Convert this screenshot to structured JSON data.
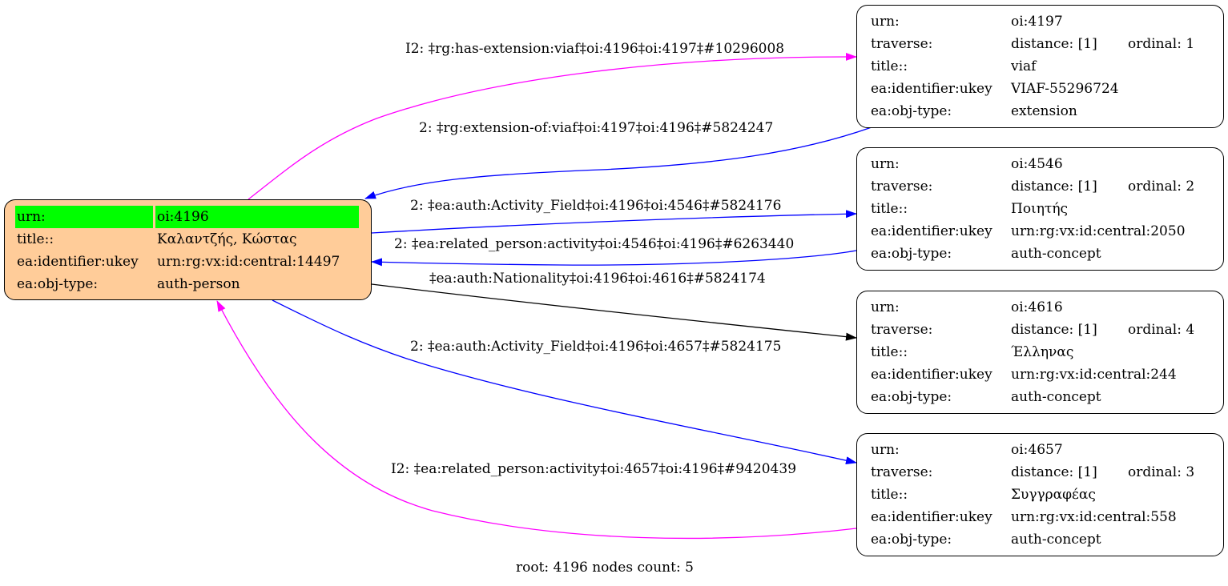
{
  "graph": {
    "footer": "root: 4196 nodes count: 5",
    "colors": {
      "root_fill": "#ffcc99",
      "highlight": "#00ff00",
      "edge_magenta": "#ff00ff",
      "edge_blue": "#0000ff",
      "edge_black": "#000000"
    },
    "nodes": [
      {
        "id": "4196",
        "root": true,
        "rows": [
          {
            "key": "urn:",
            "value": "oi:4196",
            "highlight": true
          },
          {
            "key": "title::",
            "value": "Καλαντζής, Κώστας"
          },
          {
            "key": "ea:identifier:ukey",
            "value": "urn:rg:vx:id:central:14497"
          },
          {
            "key": "ea:obj-type:",
            "value": "auth-person"
          }
        ]
      },
      {
        "id": "4197",
        "rows": [
          {
            "key": "urn:",
            "value": "oi:4197"
          },
          {
            "key": "traverse:",
            "value": "distance: [1]",
            "extra": "ordinal: 1"
          },
          {
            "key": "title::",
            "value": "viaf"
          },
          {
            "key": "ea:identifier:ukey",
            "value": "VIAF-55296724"
          },
          {
            "key": "ea:obj-type:",
            "value": "extension"
          }
        ]
      },
      {
        "id": "4546",
        "rows": [
          {
            "key": "urn:",
            "value": "oi:4546"
          },
          {
            "key": "traverse:",
            "value": "distance: [1]",
            "extra": "ordinal: 2"
          },
          {
            "key": "title::",
            "value": "Ποιητής"
          },
          {
            "key": "ea:identifier:ukey",
            "value": "urn:rg:vx:id:central:2050"
          },
          {
            "key": "ea:obj-type:",
            "value": "auth-concept"
          }
        ]
      },
      {
        "id": "4616",
        "rows": [
          {
            "key": "urn:",
            "value": "oi:4616"
          },
          {
            "key": "traverse:",
            "value": "distance: [1]",
            "extra": "ordinal: 4"
          },
          {
            "key": "title::",
            "value": "Έλληνας"
          },
          {
            "key": "ea:identifier:ukey",
            "value": "urn:rg:vx:id:central:244"
          },
          {
            "key": "ea:obj-type:",
            "value": "auth-concept"
          }
        ]
      },
      {
        "id": "4657",
        "rows": [
          {
            "key": "urn:",
            "value": "oi:4657"
          },
          {
            "key": "traverse:",
            "value": "distance: [1]",
            "extra": "ordinal: 3"
          },
          {
            "key": "title::",
            "value": "Συγγραφέας"
          },
          {
            "key": "ea:identifier:ukey",
            "value": "urn:rg:vx:id:central:558"
          },
          {
            "key": "ea:obj-type:",
            "value": "auth-concept"
          }
        ]
      }
    ],
    "edges": [
      {
        "from": "4196",
        "to": "4197",
        "color": "magenta",
        "label": "I2: ‡rg:has-extension:viaf‡oi:4196‡oi:4197‡#10296008"
      },
      {
        "from": "4197",
        "to": "4196",
        "color": "blue",
        "label": "2: ‡rg:extension-of:viaf‡oi:4197‡oi:4196‡#5824247"
      },
      {
        "from": "4196",
        "to": "4546",
        "color": "blue",
        "label": "2: ‡ea:auth:Activity_Field‡oi:4196‡oi:4546‡#5824176"
      },
      {
        "from": "4546",
        "to": "4196",
        "color": "blue",
        "label": "2: ‡ea:related_person:activity‡oi:4546‡oi:4196‡#6263440"
      },
      {
        "from": "4196",
        "to": "4616",
        "color": "black",
        "label": "‡ea:auth:Nationality‡oi:4196‡oi:4616‡#5824174"
      },
      {
        "from": "4196",
        "to": "4657",
        "color": "blue",
        "label": "2: ‡ea:auth:Activity_Field‡oi:4196‡oi:4657‡#5824175"
      },
      {
        "from": "4657",
        "to": "4196",
        "color": "magenta",
        "label": "I2: ‡ea:related_person:activity‡oi:4657‡oi:4196‡#9420439"
      }
    ]
  }
}
